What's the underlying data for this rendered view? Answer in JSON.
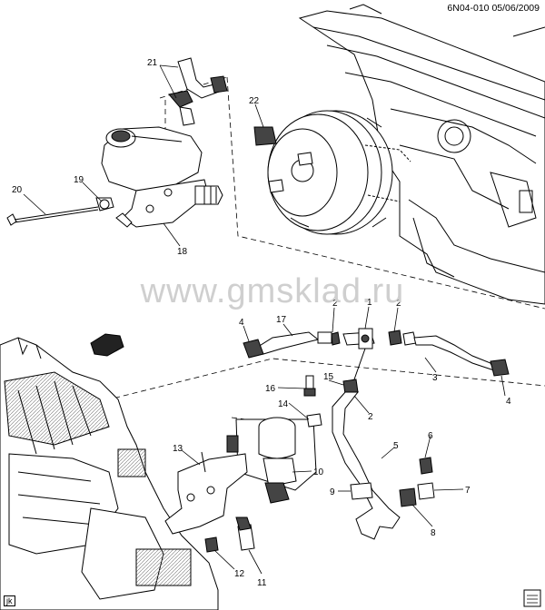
{
  "header": {
    "code": "6N04-010",
    "date": "05/06/2009"
  },
  "watermark": "www.gmsklad.ru",
  "corner_tag": "jk",
  "callouts": [
    "21",
    "22",
    "19",
    "20",
    "18",
    "4",
    "17",
    "2",
    "1",
    "2",
    "16",
    "15",
    "14",
    "3",
    "4",
    "2",
    "13",
    "5",
    "6",
    "10",
    "9",
    "7",
    "8",
    "12",
    "11"
  ]
}
